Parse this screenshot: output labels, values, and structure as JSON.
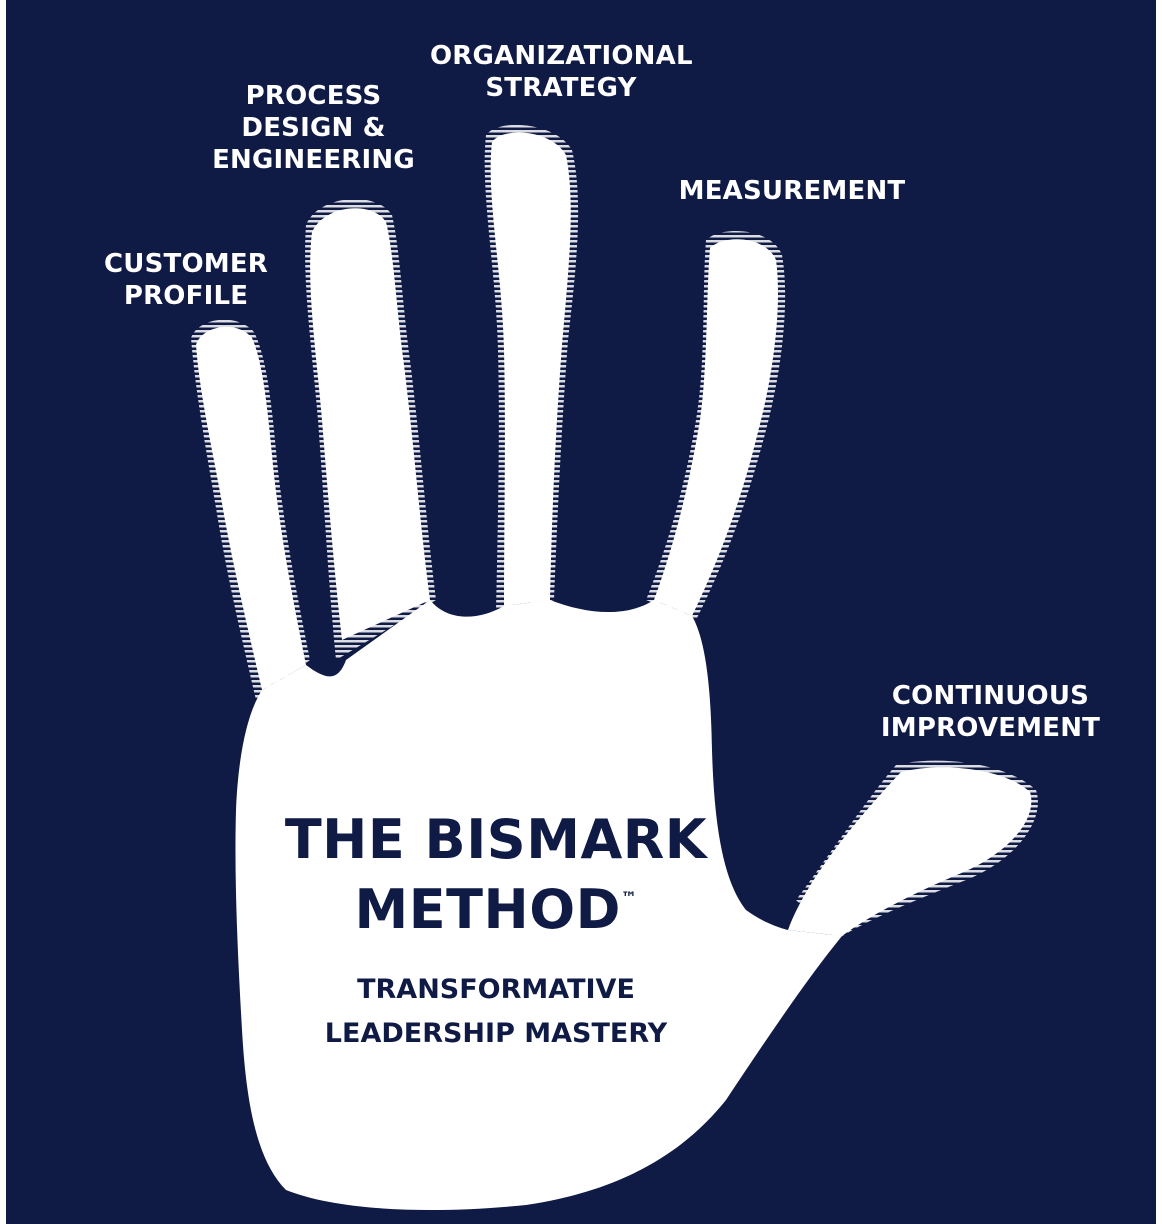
{
  "labels": {
    "customer_profile": [
      "CUSTOMER",
      "PROFILE"
    ],
    "process_design": [
      "PROCESS",
      "DESIGN &",
      "ENGINEERING"
    ],
    "organizational_strategy": [
      "ORGANIZATIONAL",
      "STRATEGY"
    ],
    "measurement": [
      "MEASUREMENT"
    ],
    "continuous_improvement": [
      "CONTINUOUS",
      "IMPROVEMENT"
    ]
  },
  "title": {
    "line1": "THE BISMARK",
    "line2": "METHOD",
    "trademark": "™"
  },
  "subtitle": {
    "line1": "TRANSFORMATIVE",
    "line2": "LEADERSHIP MASTERY"
  },
  "colors": {
    "background": "#0f1a45",
    "hand": "#ffffff",
    "center_text": "#0f1a45"
  },
  "icon": "hand-print"
}
